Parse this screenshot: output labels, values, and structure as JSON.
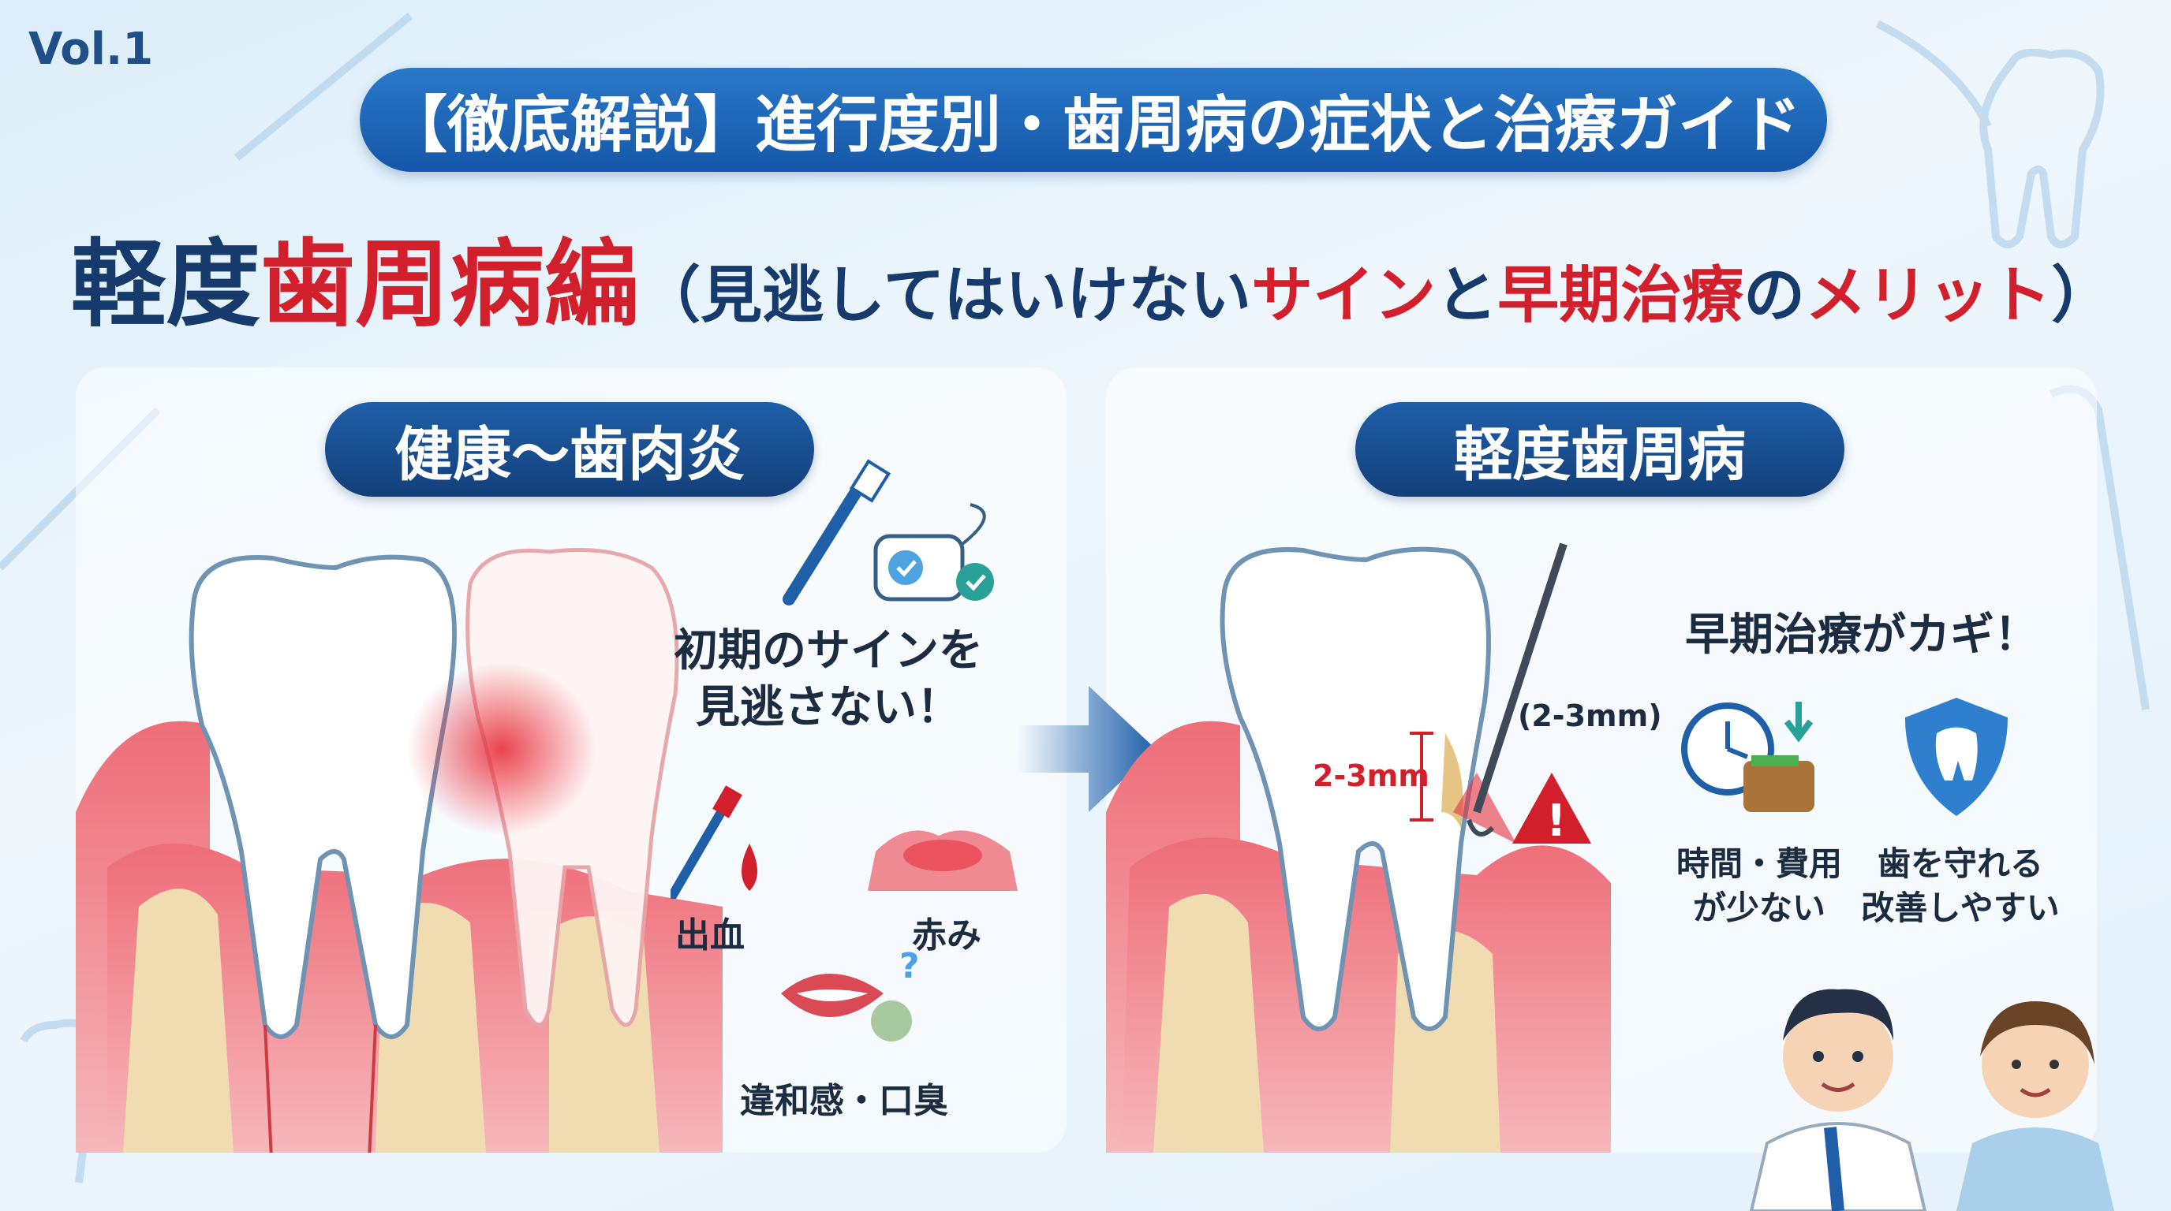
{
  "vol": "Vol.1",
  "banner": "【徹底解説】進行度別・歯周病の症状と治療ガイド",
  "headline": {
    "part1": "軽度",
    "part2": "歯周病編",
    "part3": "（見逃してはいけない",
    "part4": "サイン",
    "part5": "と",
    "part6": "早期治療",
    "part7": "の",
    "part8": "メリット",
    "part9": "）"
  },
  "left_panel": {
    "title": "健康〜歯肉炎",
    "callout_line1": "初期のサインを",
    "callout_line2": "見逃さない！",
    "signs": [
      "出血",
      "赤み",
      "違和感・口臭"
    ]
  },
  "right_panel": {
    "title": "軽度歯周病",
    "measure_left": "2-3mm",
    "measure_right": "(2-3mm)",
    "heading": "早期治療がカギ！",
    "benefit1_line1": "時間・費用",
    "benefit1_line2": "が少ない",
    "benefit2_line1": "歯を守れる",
    "benefit2_line2": "改善しやすい"
  },
  "colors": {
    "brand_blue": "#1557a8",
    "accent_red": "#d21f2c",
    "navy": "#163a6b"
  },
  "icons": [
    "toothbrush-icon",
    "floss-icon",
    "check-icon",
    "blood-drop-icon",
    "gum-icon",
    "mouth-icon",
    "question-icon",
    "arrow-right-icon",
    "probe-icon",
    "warning-icon",
    "clock-icon",
    "wallet-icon",
    "download-arrow-icon",
    "shield-tooth-icon",
    "doctor-illustration",
    "nurse-illustration",
    "tooth-illustration"
  ]
}
